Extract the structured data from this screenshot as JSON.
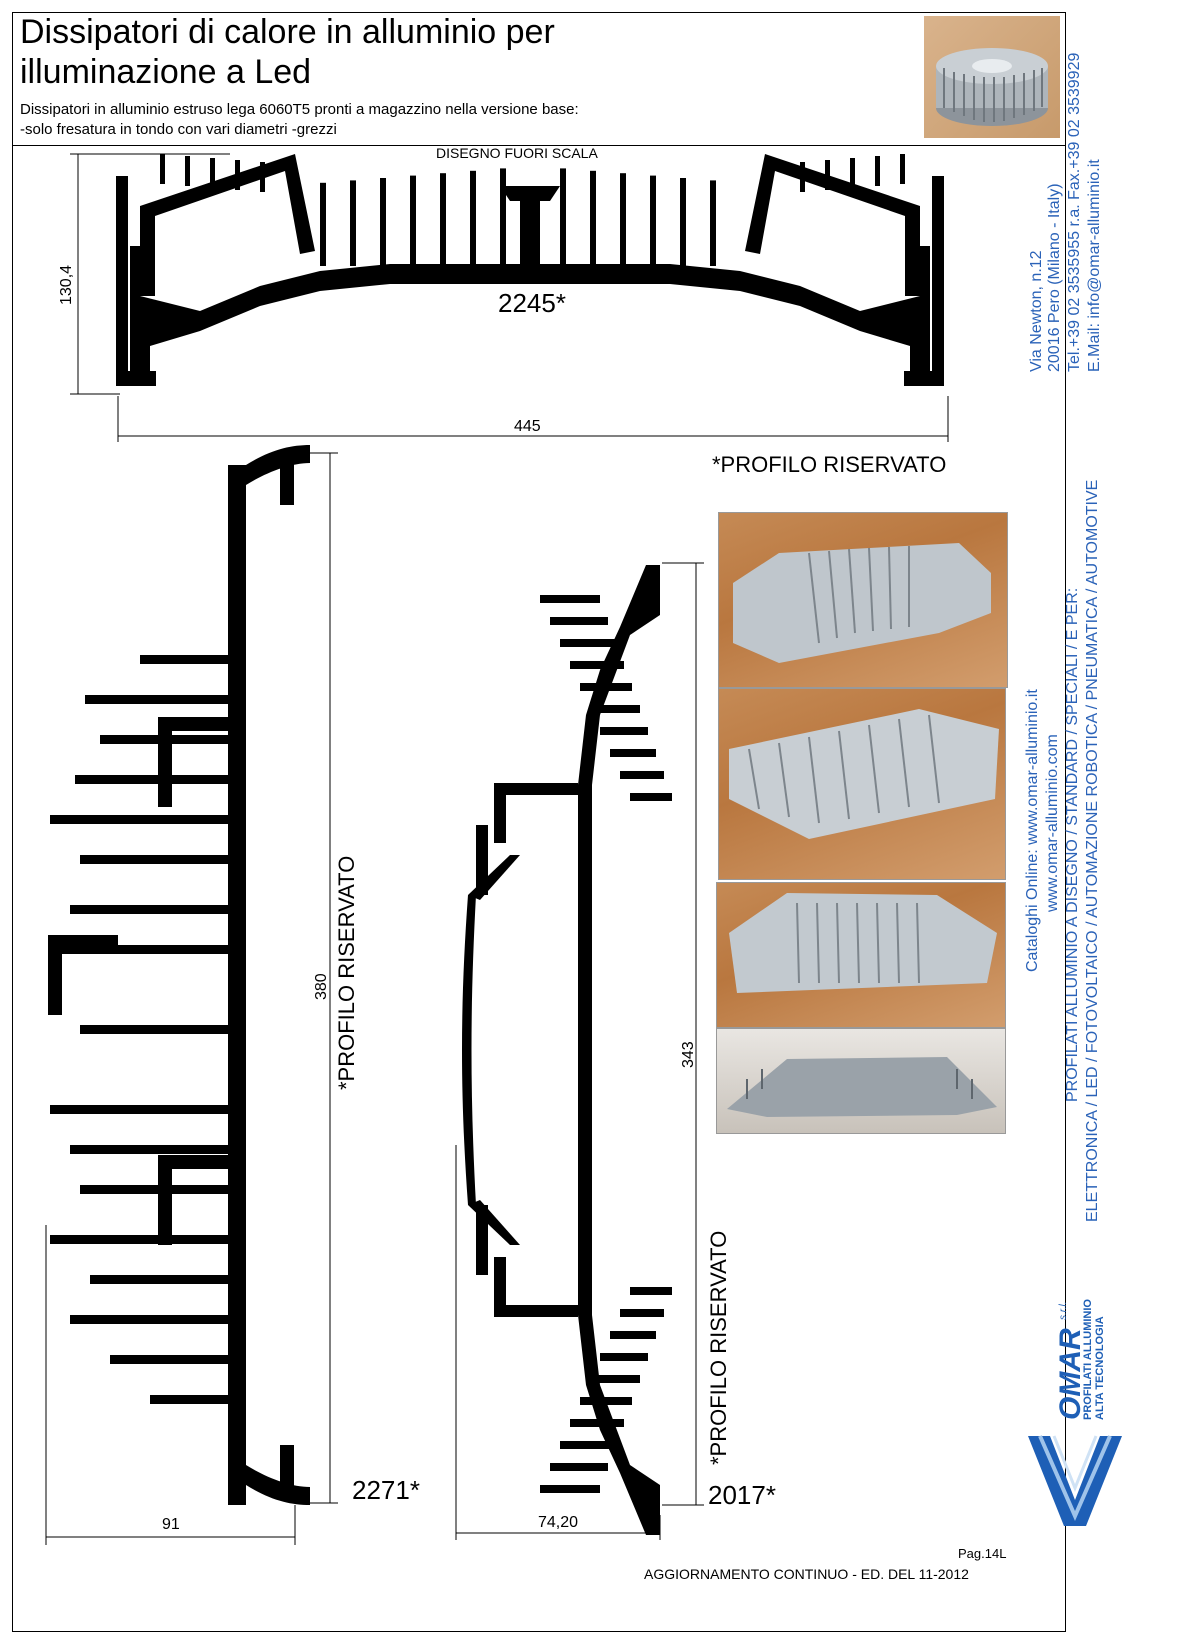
{
  "header": {
    "title_line1": "Dissipatori di calore in alluminio per",
    "title_line2": "illuminazione a Led",
    "desc_line1": "Dissipatori in alluminio estruso lega 6060T5 pronti a magazzino nella versione base:",
    "desc_line2": "-solo fresatura in tondo con vari diametri  -grezzi"
  },
  "drawing_top": {
    "note": "DISEGNO FUORI SCALA",
    "code": "2245*",
    "dim_height": "130,4",
    "dim_width": "445",
    "reserved": "*PROFILO RISERVATO"
  },
  "drawing_left": {
    "code": "2271*",
    "dim_height": "380",
    "dim_width": "91",
    "reserved": "*PROFILO RISERVATO"
  },
  "drawing_mid": {
    "code": "2017*",
    "dim_height": "343",
    "dim_width": "74,20",
    "reserved": "*PROFILO RISERVATO"
  },
  "footer": {
    "page": "Pag.14L",
    "update": "AGGIORNAMENTO CONTINUO - ED. DEL 11-2012"
  },
  "sidebar": {
    "address1": "Via Newton, n.12",
    "address2": "20016 Pero (Milano - Italy)",
    "phone": "Tel.+39 02 3535955 r.a. Fax.+39 02 3539929",
    "email": "E.Mail: info@omar-alluminio.it",
    "catalog": "Cataloghi Online: www.omar-alluminio.it",
    "web": "www.omar-alluminio.com",
    "sectors1": "PROFILATI ALLUMINIO A DISEGNO / STANDARD / SPECIALI / E PER:",
    "sectors2": "ELETTRONICA / LED / FOTOVOLTAICO / AUTOMAZIONE ROBOTICA / PNEUMATICA / AUTOMOTIVE",
    "logo_name": "OMAR",
    "logo_srl": "s.r.l.",
    "logo_tag1": "PROFILATI ALLUMINIO",
    "logo_tag2": "ALTA TECNOLOGIA"
  },
  "colors": {
    "blue": "#2a62b8",
    "logo_blue": "#1e5fb6"
  }
}
